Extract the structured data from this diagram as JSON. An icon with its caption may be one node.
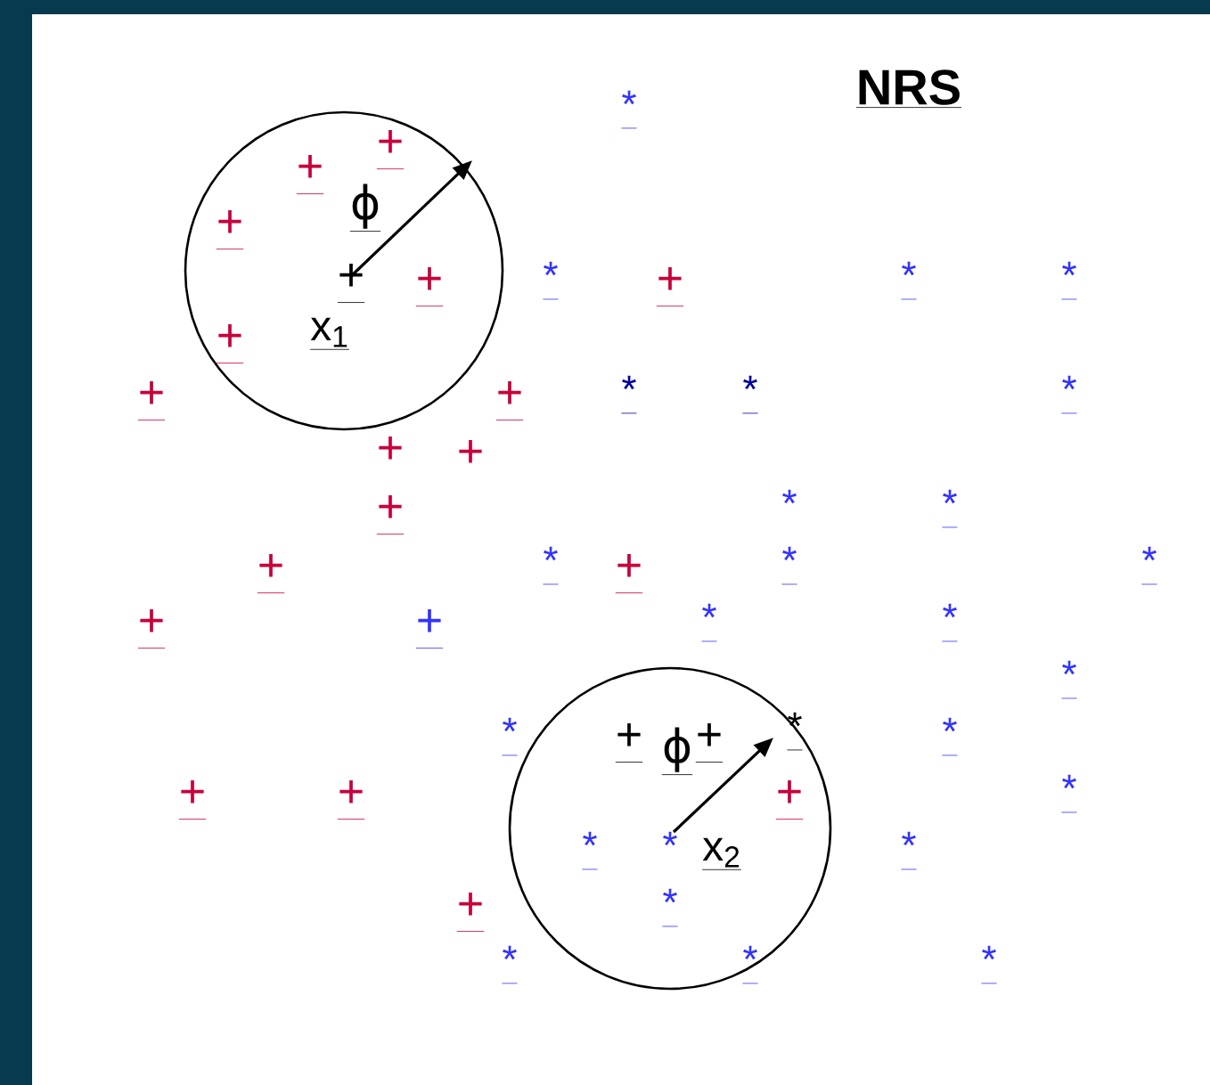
{
  "diagram": {
    "title": "NRS",
    "nodes": [
      {
        "text": [
          "ϕ",
          "+",
          "x$_{1}$"
        ]
      },
      {
        "text": [
          "+",
          "ϕ",
          "+",
          "x$_{2}$"
        ]
      }
    ],
    "labels": [
      "*",
      "+",
      "+",
      "+",
      "*",
      "+",
      "+",
      "*",
      "*",
      "+",
      "*",
      "*",
      "*",
      "+",
      "+",
      "+",
      "+",
      "*",
      "*",
      "+",
      "*",
      "*",
      "*",
      "+",
      "+",
      "*",
      "*",
      "+",
      "+",
      "*",
      "*",
      "*",
      "*",
      "*",
      "+",
      "+",
      "+",
      "*",
      "*",
      "*",
      "*",
      "+",
      "*",
      "*",
      "*"
    ]
  }
}
